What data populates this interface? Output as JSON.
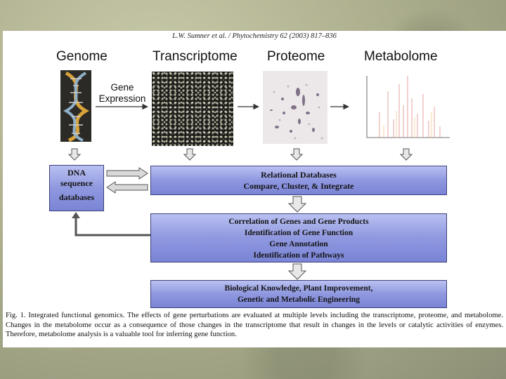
{
  "citation": "L.W. Sumner et al. / Phytochemistry 62 (2003) 817–836",
  "levels": [
    "Genome",
    "Transcriptome",
    "Proteome",
    "Metabolome"
  ],
  "gene_expression": [
    "Gene",
    "Expression"
  ],
  "dna_box": [
    "DNA",
    "sequence",
    "databases"
  ],
  "relational_box": [
    "Relational Databases",
    "Compare, Cluster, & Integrate"
  ],
  "correlation_box": [
    "Correlation of Genes and Gene Products",
    "Identification of Gene Function",
    "Gene Annotation",
    "Identification  of Pathways"
  ],
  "knowledge_box": [
    "Biological Knowledge, Plant Improvement,",
    "Genetic and Metabolic Engineering"
  ],
  "caption": "Fig. 1.  Integrated functional genomics. The effects of gene perturbations are evaluated at multiple levels including the transcriptome, proteome, and metabolome. Changes in the metabolome occur as a consequence of those changes in the transcriptome that result in changes in the levels or catalytic activities of enzymes. Therefore, metabolome analysis is a valuable tool for inferring gene function.",
  "colors": {
    "box_fill": "#8f98df",
    "box_border": "#3b3f7a",
    "arrow": "#555555"
  }
}
